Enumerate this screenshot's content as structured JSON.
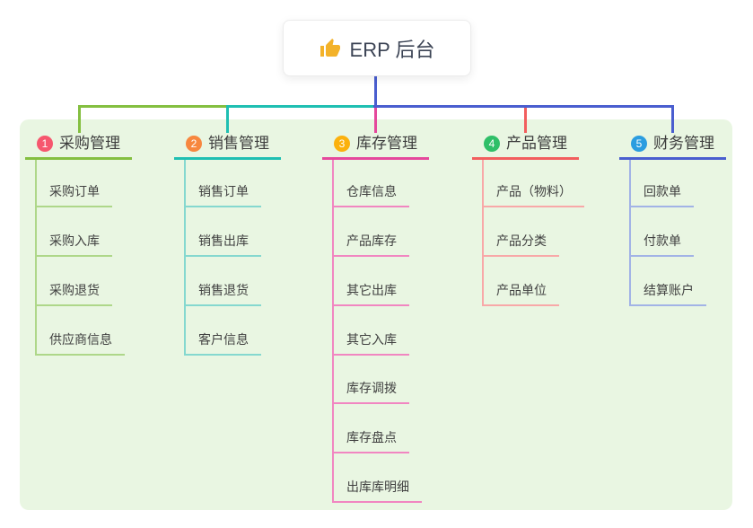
{
  "root": {
    "title": "ERP 后台",
    "icon": "thumbs-up-icon"
  },
  "theme": {
    "panel_background": "#e9f6e2",
    "root_stem_color": "#4a5ecf",
    "text_color": "#3d3d3d"
  },
  "branches": [
    {
      "index": "1",
      "label": "采购管理",
      "badge_color": "#f6576e",
      "line_color": "#84bf40",
      "child_line_color": "#aed789",
      "children": [
        "采购订单",
        "采购入库",
        "采购退货",
        "供应商信息"
      ]
    },
    {
      "index": "2",
      "label": "销售管理",
      "badge_color": "#f7873f",
      "line_color": "#1fbfb2",
      "child_line_color": "#85d8cf",
      "children": [
        "销售订单",
        "销售出库",
        "销售退货",
        "客户信息"
      ]
    },
    {
      "index": "3",
      "label": "库存管理",
      "badge_color": "#fbb10d",
      "line_color": "#e5489c",
      "child_line_color": "#f186c1",
      "children": [
        "仓库信息",
        "产品库存",
        "其它出库",
        "其它入库",
        "库存调拨",
        "库存盘点",
        "出库库明细"
      ]
    },
    {
      "index": "4",
      "label": "产品管理",
      "badge_color": "#2fbf68",
      "line_color": "#f25e5e",
      "child_line_color": "#f8a8a8",
      "children": [
        "产品（物料）",
        "产品分类",
        "产品单位"
      ]
    },
    {
      "index": "5",
      "label": "财务管理",
      "badge_color": "#2b9de0",
      "line_color": "#4a5ecf",
      "child_line_color": "#a2b3e6",
      "children": [
        "回款单",
        "付款单",
        "结算账户"
      ]
    }
  ]
}
